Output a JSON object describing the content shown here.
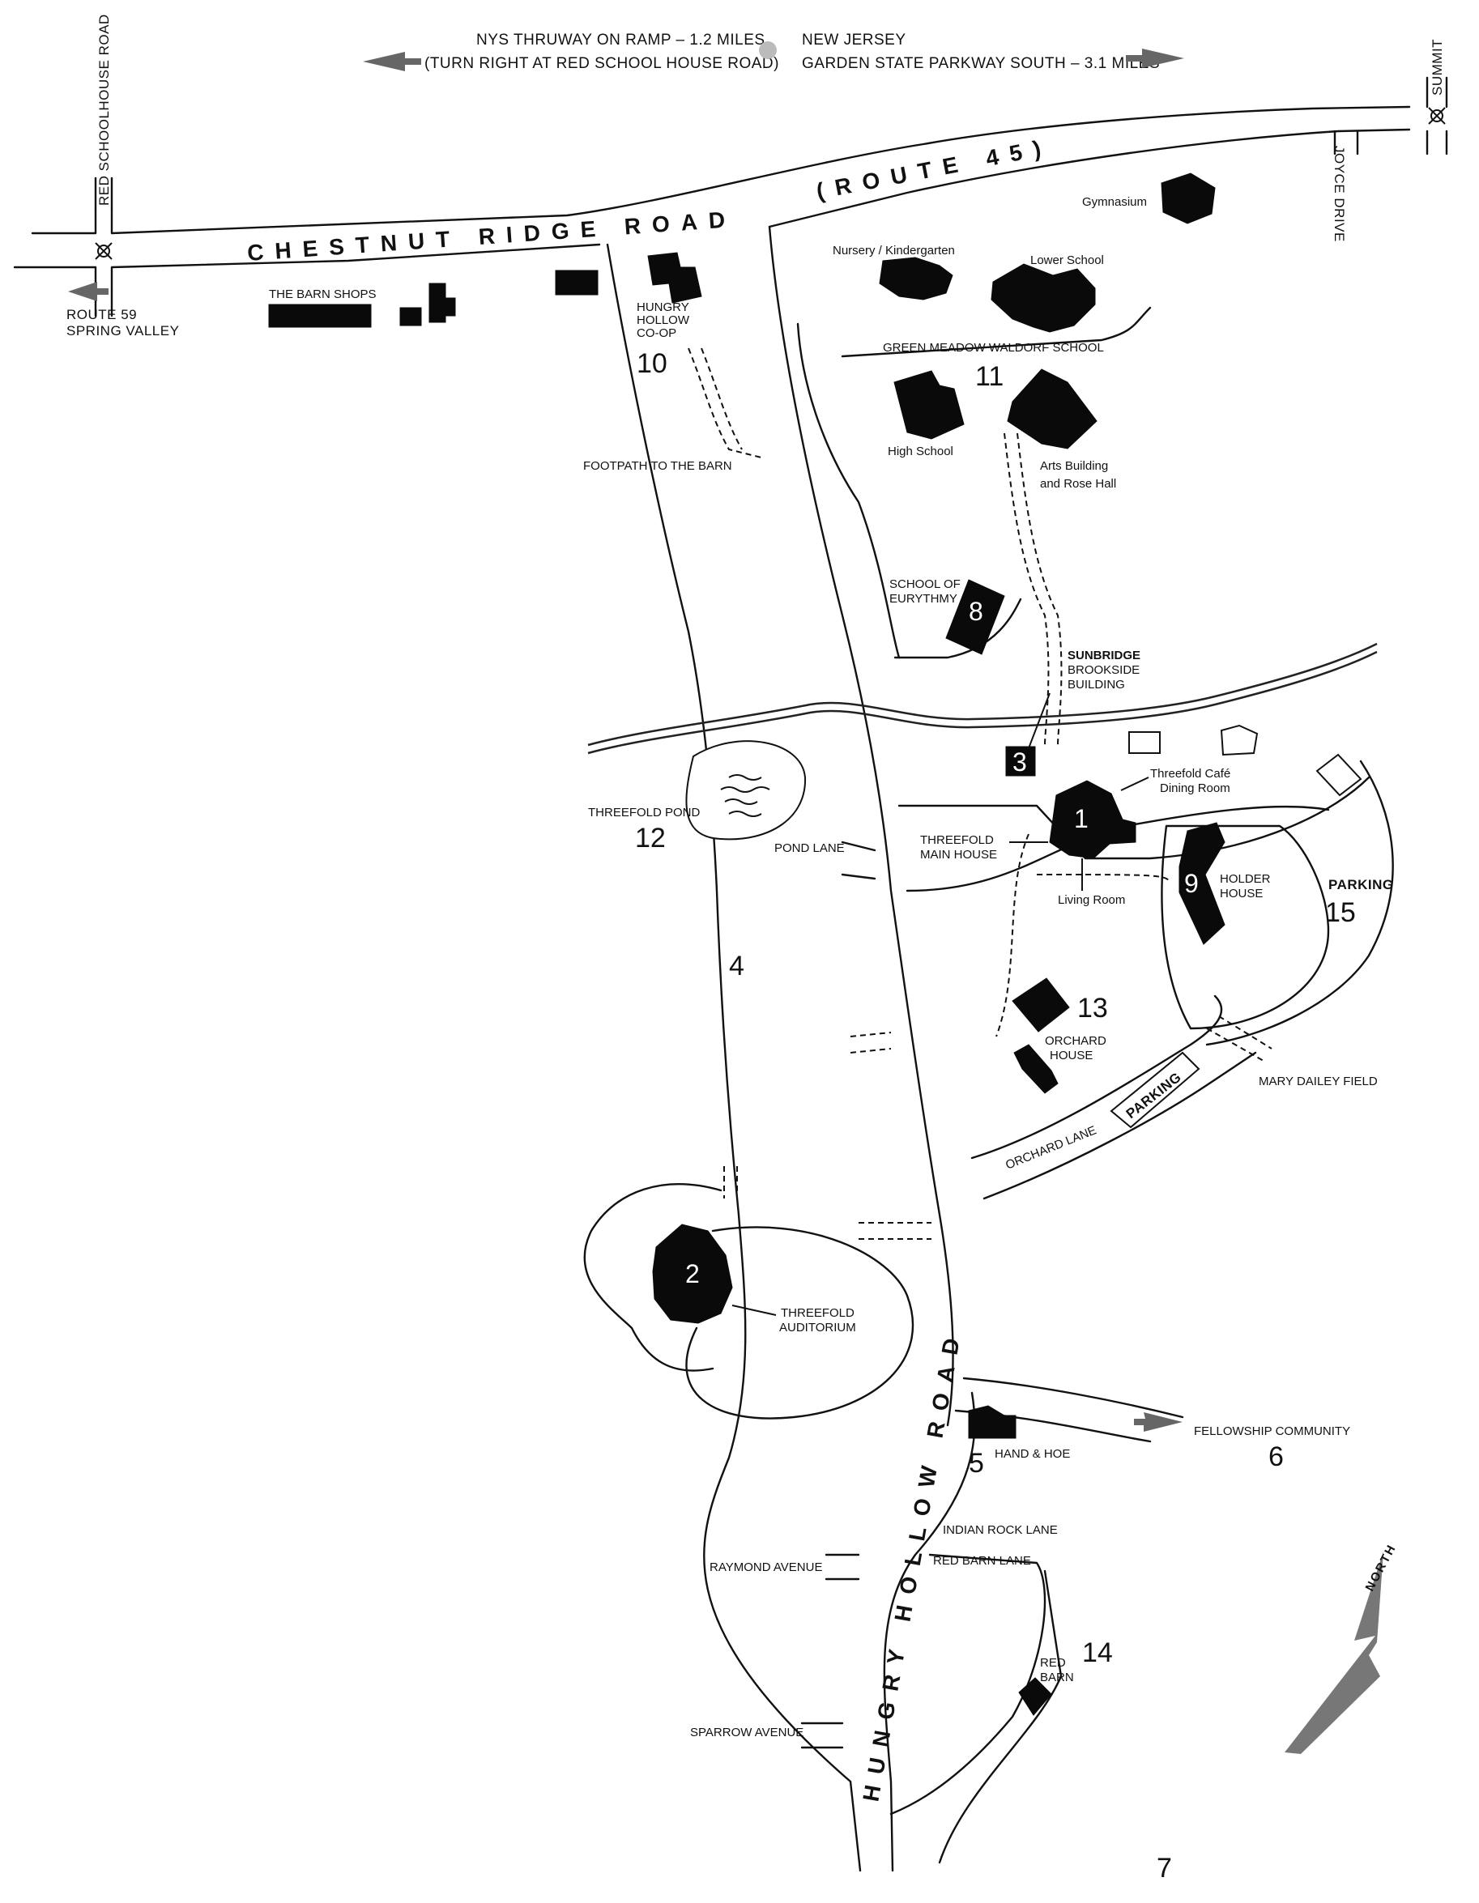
{
  "header": {
    "thruway_line1": "NYS THRUWAY ON RAMP – 1.2 MILES",
    "thruway_line2": "(TURN RIGHT AT RED SCHOOL HOUSE ROAD)",
    "nj_line1": "NEW JERSEY",
    "nj_line2": "GARDEN STATE PARKWAY SOUTH – 3.1 MILES"
  },
  "roads": {
    "red_schoolhouse": "RED SCHOOLHOUSE ROAD",
    "summit": "SUMMIT",
    "joyce": "JOYCE DRIVE",
    "chestnut": "CHESTNUT  RIDGE  ROAD",
    "route45": "(ROUTE 45)",
    "route59_line1": "ROUTE 59",
    "route59_line2": "SPRING VALLEY",
    "hungry_hollow": "HUNGRY  HOLLOW  ROAD",
    "pond_lane": "POND LANE",
    "orchard_lane": "ORCHARD LANE",
    "indian_rock": "INDIAN ROCK LANE",
    "red_barn_lane": "RED BARN LANE",
    "raymond": "RAYMOND AVENUE",
    "sparrow": "SPARROW AVENUE",
    "footpath": "FOOTPATH TO THE BARN"
  },
  "places": {
    "barn_shops": "THE BARN SHOPS",
    "hungry_hollow_coop_1": "HUNGRY",
    "hungry_hollow_coop_2": "HOLLOW",
    "hungry_hollow_coop_3": "CO-OP",
    "nursery": "Nursery / Kindergarten",
    "gymnasium": "Gymnasium",
    "lower_school": "Lower School",
    "green_meadow": "GREEN MEADOW WALDORF SCHOOL",
    "high_school": "High School",
    "arts_1": "Arts Building",
    "arts_2": "and Rose Hall",
    "eurythmy_1": "SCHOOL OF",
    "eurythmy_2": "EURYTHMY",
    "sunbridge_1": "SUNBRIDGE",
    "sunbridge_2": "BROOKSIDE",
    "sunbridge_3": "BUILDING",
    "cafe_1": "Threefold Café",
    "cafe_2": "Dining Room",
    "main_house_1": "THREEFOLD",
    "main_house_2": "MAIN HOUSE",
    "living_room": "Living Room",
    "holder_1": "HOLDER",
    "holder_2": "HOUSE",
    "parking_15": "PARKING",
    "pond": "THREEFOLD POND",
    "orchard_1": "ORCHARD",
    "orchard_2": "HOUSE",
    "parking_lot": "PARKING",
    "mary_dailey": "MARY DAILEY FIELD",
    "auditorium_1": "THREEFOLD",
    "auditorium_2": "AUDITORIUM",
    "hand_hoe": "HAND  &  HOE",
    "fellowship": "FELLOWSHIP COMMUNITY",
    "red_barn_1": "RED",
    "red_barn_2": "BARN",
    "north": "NORTH"
  },
  "numbers": {
    "n1": "1",
    "n2": "2",
    "n3": "3",
    "n4": "4",
    "n5": "5",
    "n6": "6",
    "n7": "7",
    "n8": "8",
    "n9": "9",
    "n10": "10",
    "n11": "11",
    "n12": "12",
    "n13": "13",
    "n14": "14",
    "n15": "15"
  },
  "colors": {
    "ink": "#111111",
    "paper": "#ffffff",
    "arrow": "#666666",
    "north_arrow": "#777777"
  }
}
